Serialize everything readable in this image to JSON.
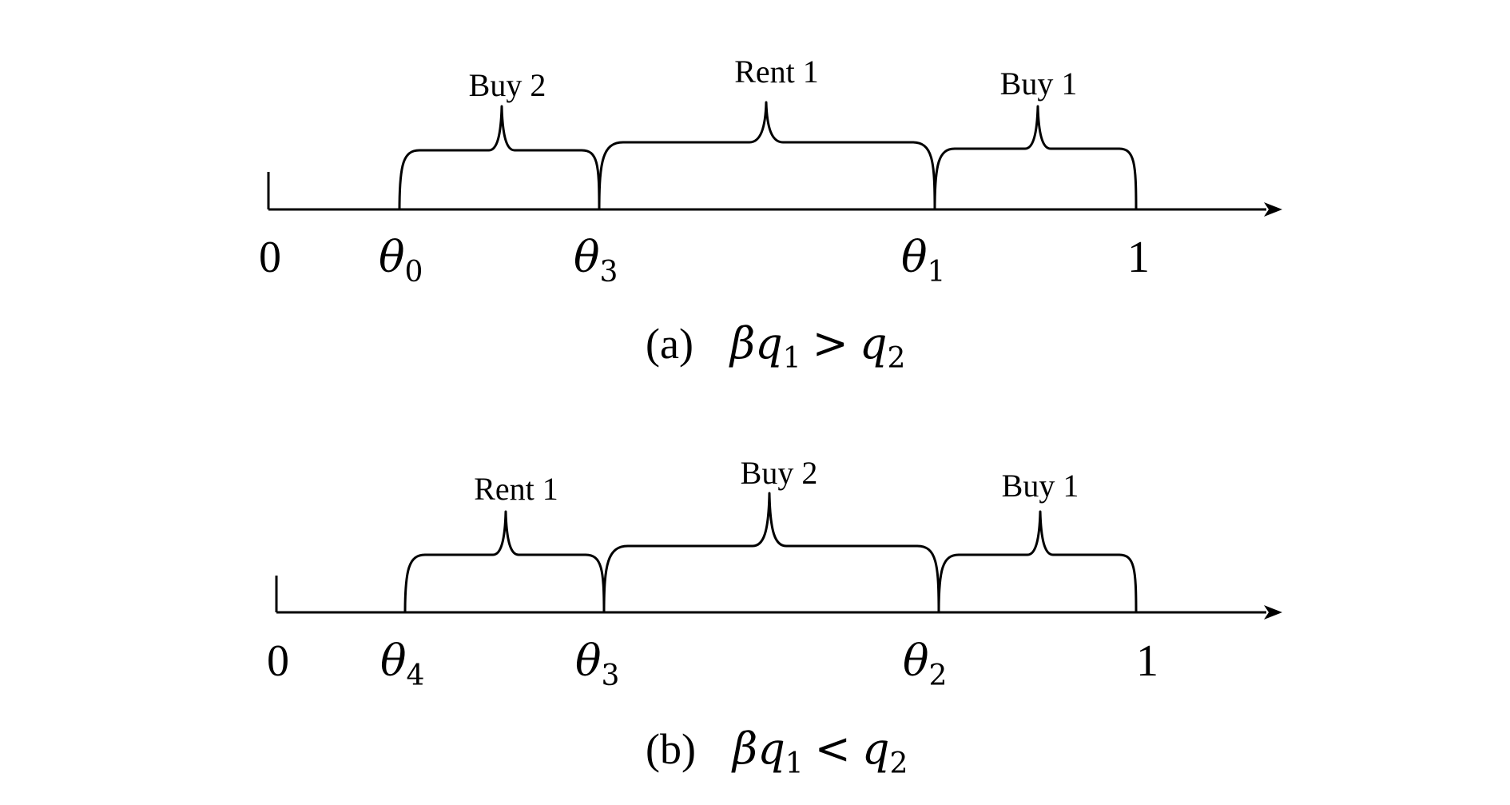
{
  "panels": [
    {
      "id": "a",
      "caption": {
        "label": "(a)",
        "var1": "βq",
        "sub1": "1",
        "relation": ">",
        "var2": "q",
        "sub2": "2"
      },
      "axis_ticks": [
        {
          "name": "zero",
          "main": "0",
          "sub": "",
          "is_symbol": false
        },
        {
          "name": "theta-0",
          "main": "θ",
          "sub": "0",
          "is_symbol": true
        },
        {
          "name": "theta-3",
          "main": "θ",
          "sub": "3",
          "is_symbol": true
        },
        {
          "name": "theta-1",
          "main": "θ",
          "sub": "1",
          "is_symbol": true
        },
        {
          "name": "one",
          "main": "1",
          "sub": "",
          "is_symbol": false
        }
      ],
      "segments": [
        {
          "label": "Buy 2"
        },
        {
          "label": "Rent 1"
        },
        {
          "label": "Buy 1"
        }
      ]
    },
    {
      "id": "b",
      "caption": {
        "label": "(b)",
        "var1": "βq",
        "sub1": "1",
        "relation": "<",
        "var2": "q",
        "sub2": "2"
      },
      "axis_ticks": [
        {
          "name": "zero",
          "main": "0",
          "sub": "",
          "is_symbol": false
        },
        {
          "name": "theta-4",
          "main": "θ",
          "sub": "4",
          "is_symbol": true
        },
        {
          "name": "theta-3",
          "main": "θ",
          "sub": "3",
          "is_symbol": true
        },
        {
          "name": "theta-2",
          "main": "θ",
          "sub": "2",
          "is_symbol": true
        },
        {
          "name": "one",
          "main": "1",
          "sub": "",
          "is_symbol": false
        }
      ],
      "segments": [
        {
          "label": "Rent 1"
        },
        {
          "label": "Buy 2"
        },
        {
          "label": "Buy 1"
        }
      ]
    }
  ]
}
